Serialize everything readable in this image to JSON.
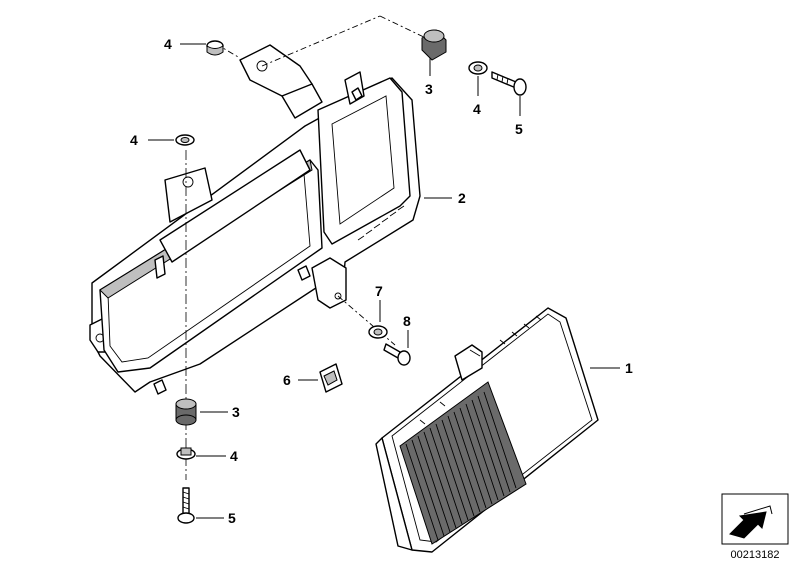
{
  "callouts": [
    {
      "id": "c1",
      "label": "1"
    },
    {
      "id": "c2",
      "label": "2"
    },
    {
      "id": "c3a",
      "label": "3"
    },
    {
      "id": "c3b",
      "label": "3"
    },
    {
      "id": "c4a",
      "label": "4"
    },
    {
      "id": "c4b",
      "label": "4"
    },
    {
      "id": "c4c",
      "label": "4"
    },
    {
      "id": "c4d",
      "label": "4"
    },
    {
      "id": "c5a",
      "label": "5"
    },
    {
      "id": "c5b",
      "label": "5"
    },
    {
      "id": "c6",
      "label": "6"
    },
    {
      "id": "c7",
      "label": "7"
    },
    {
      "id": "c8",
      "label": "8"
    }
  ],
  "reference_number": "00213182",
  "icons": {
    "frame-arrow": "arrow-pointing-down-left-icon"
  }
}
